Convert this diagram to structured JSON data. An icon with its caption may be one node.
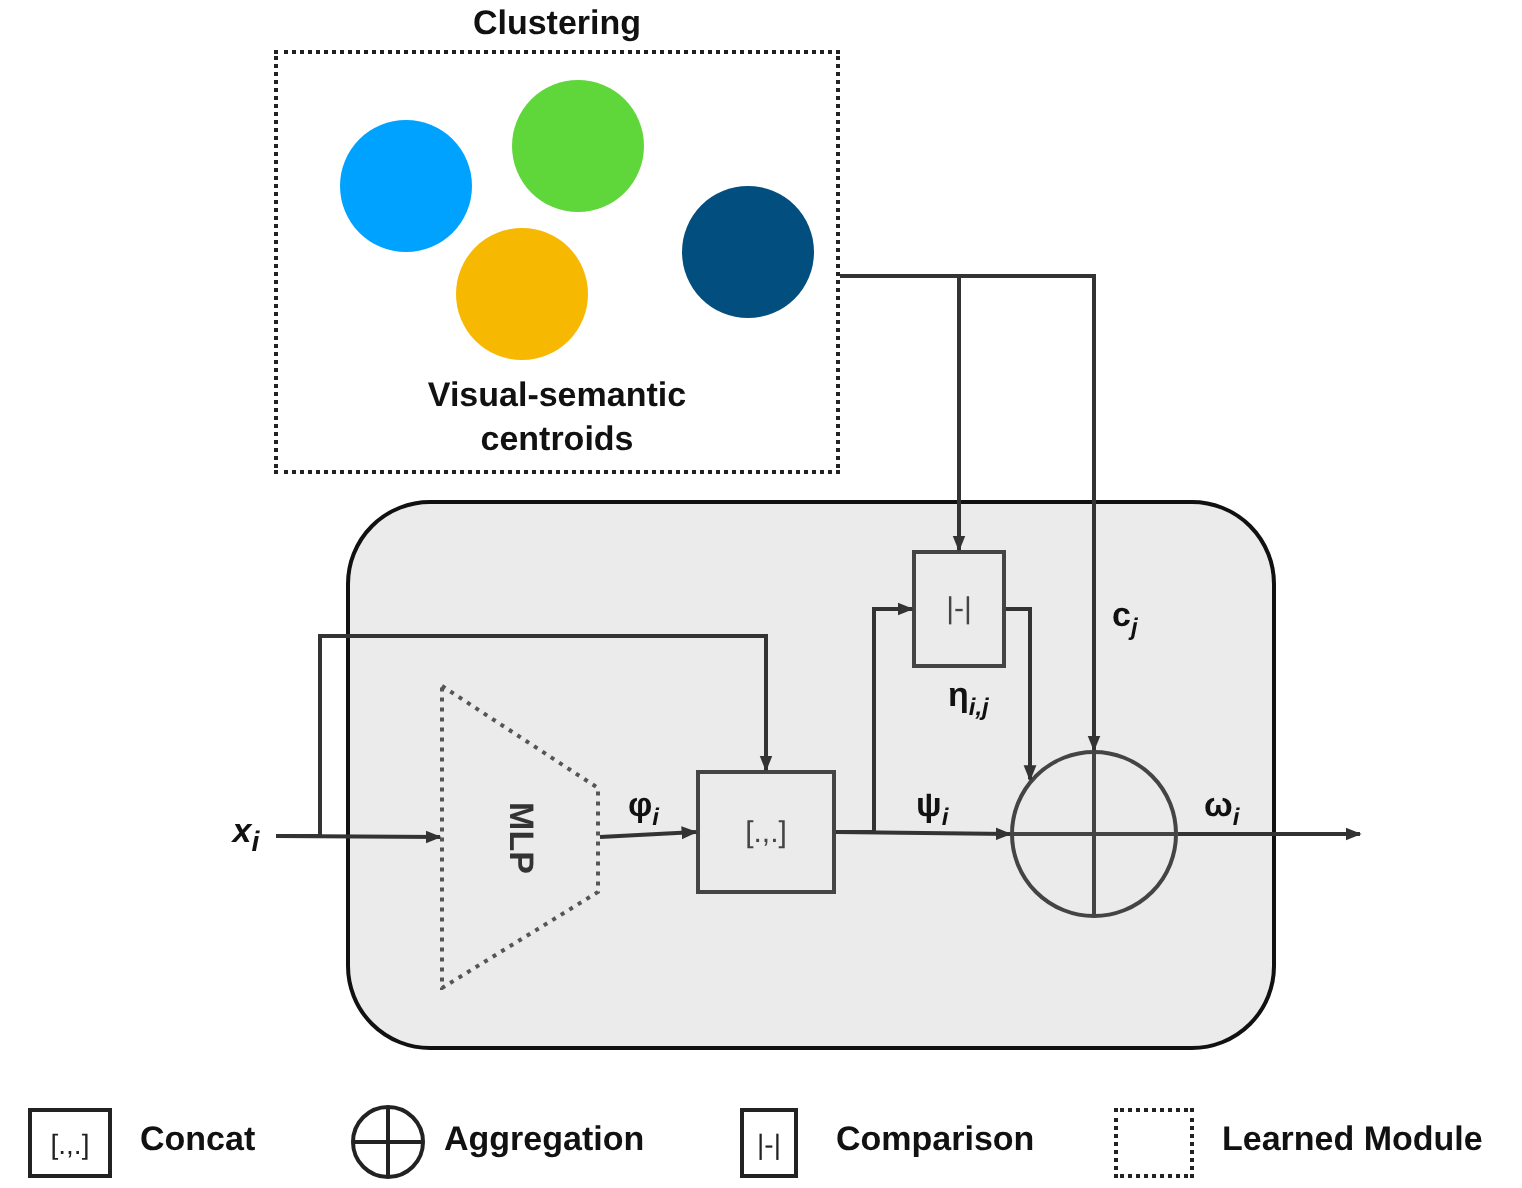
{
  "diagram": {
    "nodes": [
      {
        "text": [
          "Clustering",
          "Visual-semantic centroids"
        ]
      },
      {
        "text": [],
        "shape": "box"
      },
      {
        "text": [
          "MLP"
        ],
        "in": 1
      },
      {
        "text": [
          "[.,.]"
        ],
        "in": 1
      },
      {
        "text": [
          "|-|"
        ],
        "in": 1
      },
      {
        "text": [],
        "shape": "circle",
        "in": 1
      },
      {
        "text": [
          "x$_{i}$"
        ]
      }
    ],
    "edges": [
      {
        "from": 6,
        "to": 2,
        "arrow": "to"
      },
      {
        "from": 6,
        "to": 3,
        "arrow": "to"
      },
      {
        "from": 2,
        "to": 3,
        "arrow": "to",
        "label": "φ$_{i}$"
      },
      {
        "from": 3,
        "to": 5,
        "arrow": "to",
        "label": "ψ$_{i}$"
      },
      {
        "from": 3,
        "to": 4,
        "arrow": "to"
      },
      {
        "from": 0,
        "to": 4,
        "arrow": "to"
      },
      {
        "from": 0,
        "to": 5,
        "arrow": "to",
        "label": "c$_{j}$"
      },
      {
        "from": 4,
        "to": 5,
        "arrow": "to",
        "label": "η$_{i,j}$"
      },
      {
        "from": 5,
        "to": null,
        "arrow": "to",
        "label": "ω$_{i}$"
      }
    ],
    "labels": [
      "[.,.]",
      "|-|"
    ],
    "legend": [
      {
        "text": "Concat"
      },
      {
        "text": "Aggregation"
      },
      {
        "text": "Comparison"
      },
      {
        "text": "Learned Module"
      }
    ]
  }
}
